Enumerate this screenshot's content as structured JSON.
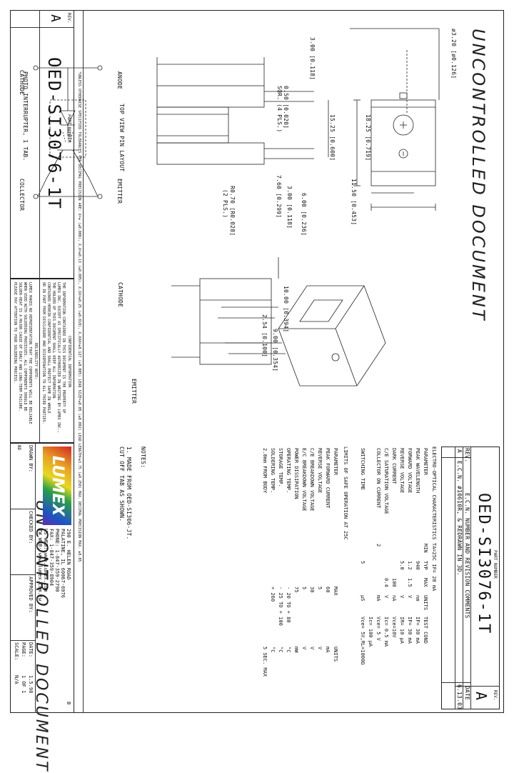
{
  "watermark": "UNCONTROLLED DOCUMENT",
  "header": {
    "part_number_label": "PART NUMBER",
    "part_number": "OED-SI3076-1T",
    "rev_label": "REV.",
    "rev": "A"
  },
  "revision_table": {
    "col_rev": "REV.",
    "col_ecn": "E.C.N. NUMBER AND REVISION COMMENTS",
    "col_date": "DATE",
    "row_rev": "A",
    "row_ecn": "E.C.N. #10610R, & REDRAWN IN 3D.",
    "row_date": "6.13.03"
  },
  "dimensions": {
    "d1": "ø3.20 [ø0.126]",
    "d2": "18.25 [0.719]",
    "d3": "11.50 [0.453]",
    "d4": "15.25 [0.600]",
    "d5": "6.00 [0.236]",
    "d6": "3.00 [0.118]",
    "d7": "3.00 [0.118]",
    "d8": "0.50 [0.020]",
    "d8b": "SQR. (4 PLS.)",
    "d9": "R0.70 [R0.028]",
    "d9b": "(2 PLS.)",
    "d10": "7.60 [0.299]",
    "d11": "10.00 [0.394]",
    "d12": "9.00 [0.354]",
    "d13": "2.54 [0.100]"
  },
  "pin_layout": {
    "title": "TOP VIEW PIN LAYOUT",
    "anode": "ANODE",
    "cathode": "CATHODE",
    "emitter": "EMITTER",
    "collector": "COLLECTOR"
  },
  "iso_labels": {
    "cathode": "CATHODE",
    "emitter": "EMITTER"
  },
  "electro_optical": {
    "title": "ELECTRO-OPTICAL CHARACTERISTICS TA=25C  IF= 20 mA",
    "headers": [
      "PARAMETER",
      "MIN",
      "TYP",
      "MAX",
      "UNITS",
      "TEST COND"
    ],
    "rows": [
      [
        "PEAK WAVELENGTH",
        "",
        "940",
        "",
        "nm",
        "IF= 30 mA"
      ],
      [
        "FORWARD VOLTAGE",
        "",
        "1.2",
        "1.5",
        "V",
        "IF= 30 mA"
      ],
      [
        "REVERSE VOLTAGE",
        "",
        "5.0",
        "",
        "V",
        "IR= 10 µA"
      ],
      [
        "DARK CURRENT",
        "",
        "",
        "100",
        "nA",
        "Vce=10V"
      ],
      [
        "C/E SATURATION VOLTAGE",
        "",
        "",
        "0.4",
        "V",
        "Ic= 0.5 mA"
      ],
      [
        "COLLECTOR ON CURRENT",
        "2",
        "",
        "",
        "mA",
        "Vce= 5 V"
      ],
      [
        "",
        "",
        "",
        "",
        "",
        "Ic= 100 µA"
      ],
      [
        "SWITCHING TIME",
        "",
        "5",
        "",
        "µS",
        "Vce= 5V,RL=1000Ω"
      ]
    ]
  },
  "limits": {
    "title": "LIMITS OF SAFE OPERATION AT 25C",
    "headers": [
      "PARAMETER",
      "MAX",
      "UNITS"
    ],
    "rows": [
      [
        "PEAK FORWARD CURRENT",
        "60",
        "mA"
      ],
      [
        "REVERSE VOLTAGE",
        "5",
        "V"
      ],
      [
        "C/E BREAKDOWN VOLTAGE",
        "30",
        "V"
      ],
      [
        "E/C BREAKDOWN VOLTAGE",
        "5",
        "V"
      ],
      [
        "POWER DISSIPATION",
        "75",
        "mW"
      ],
      [
        "OPERATING TEMP.",
        "- 20 TO + 80",
        "°C"
      ],
      [
        "STORAGE TEMP.",
        "- 25 TO + 100",
        "°C"
      ],
      [
        "SOLDERING TEMP.",
        "+ 260",
        "°C"
      ],
      [
        "2.0mm FROM BODY",
        "",
        "5 SEC. MAX"
      ]
    ]
  },
  "notes": {
    "title": "NOTES:",
    "line1": "1. MADE FROM OED-SI306-JT.",
    "line2": "   CUT OFF TAB AS SHOWN."
  },
  "tolerance": "*UNLESS OTHERWISE SPECIFIED TOLERANCES PER DECIMAL PRECISION ARE: X=± (±0.008), X.X=±0.13 (±0.005), X.XX=±0.25 (±0.010), X.XXX=±0.127 (±0.005) LEAD SIZE=±0.05 (±0.002) LEAD LENGTH=±3.75 (±0.250) MAX. DECIMAL PRECISION MAX. ±0.05",
  "confidential": {
    "title": "CONFIDENTIAL INFORMATION",
    "lines": [
      "THE INFORMATION CONTAINED IN THIS DOCUMENT IS THE PROPERTY OF",
      "LUMEX INC. EXCEPT AS SPECIFICALLY AUTHORIZED IN WRITING BY LUMEX INC.,",
      "THE HOLDER OF THIS DOCUMENT SHALL KEEP ALL INFORMATION",
      "CONTAINED HEREIN CONFIDENTIAL AND SHALL PROTECT SAME IN WHOLE",
      "OR IN PART FROM DISCLOSURE AND DISSEMINATION TO ALL THIRD PARTIES."
    ]
  },
  "reliability": {
    "title": "RELIABILITY NOTE:",
    "lines": [
      "LUMEX MAKES NO REPRESENTATION THAT THE COMPONENTS WILL BE RELIABLE",
      "WHEN USED WITH SOLDERING PROCESSES. ALL COMPONENTS SHOULD BE",
      "SOLDER-HEAT IS A MAJOR CAUSE OF EARLY AND LONG-TERM FAILURE.",
      "PLEASE PAY ATTENTION TO YOUR SOLDERING PROCESS."
    ]
  },
  "title_block": {
    "rev_label": "REV.",
    "rev": "A",
    "part_number_label": "PART NUMBER",
    "part_number": "OED-SI3076-1T",
    "description": "PHOTO INTERRUPTER, 1 TAB.",
    "logo": "LUMEX",
    "address": [
      "290 E. HELEN ROAD",
      "PALATINE, IL 60067-6976",
      "PHONE: 1-847-359-2790",
      "FAX: 1-847-359-8904",
      "US WEB: www.lumex.com",
      "TW WEB: www.lumex.com.tw"
    ],
    "drawn_by_label": "DRAWN BY:",
    "drawn_by": "BD",
    "checked_by_label": "CHECKED BY:",
    "approved_by_label": "APPROVED BY:",
    "date_label": "DATE:",
    "date": "1.5.98",
    "page_label": "PAGE:",
    "page": "1 OF 1",
    "scale_label": "SCALE:",
    "scale": "N/A",
    "mark": "B"
  }
}
